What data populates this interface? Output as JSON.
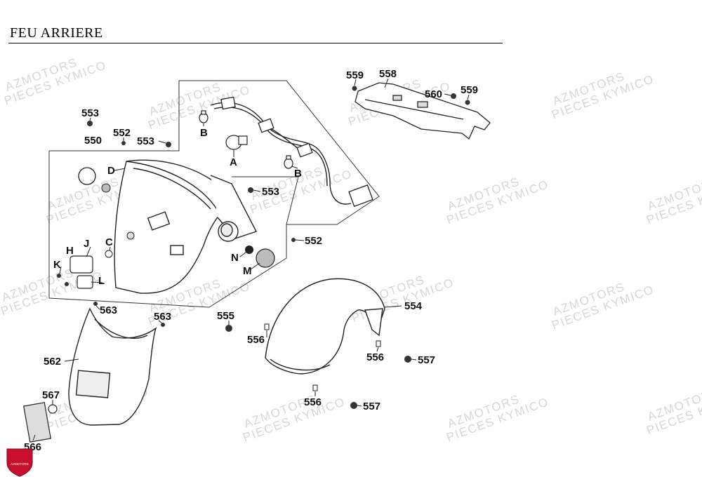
{
  "title": "FEU ARRIERE",
  "watermark": {
    "line1": "AZMOTORS",
    "line2": "PIECES KYMICO"
  },
  "logo_text": "AZMOTORS",
  "colors": {
    "ink": "#111111",
    "watermark": "#d6d6d6",
    "logo_red": "#c8102e"
  },
  "callouts": {
    "c559a": "559",
    "c558": "558",
    "c560": "560",
    "c559b": "559",
    "c553a": "553",
    "c552a": "552",
    "c550": "550",
    "c553b": "553",
    "cB1": "B",
    "cA": "A",
    "cB2": "B",
    "cD": "D",
    "c553c": "553",
    "c552b": "552",
    "cH": "H",
    "cJ": "J",
    "cC": "C",
    "cK": "K",
    "cL": "L",
    "cN": "N",
    "cM": "M",
    "c563a": "563",
    "c563b": "563",
    "c555": "555",
    "c554": "554",
    "c556a": "556",
    "c556b": "556",
    "c556c": "556",
    "c557a": "557",
    "c557b": "557",
    "c562": "562",
    "c567": "567",
    "c566": "566"
  }
}
